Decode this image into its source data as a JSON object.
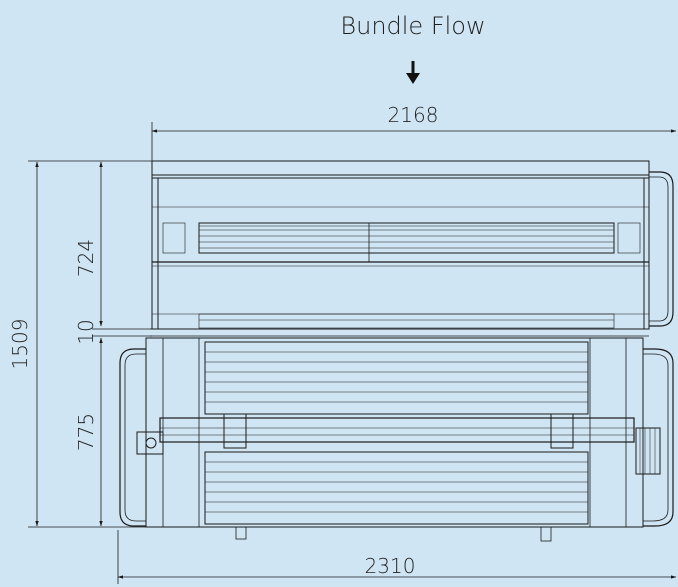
{
  "title": "Bundle Flow",
  "dimensions": {
    "top_width": "2168",
    "bottom_width": "2310",
    "total_height": "1509",
    "upper_height": "724",
    "gap": "10",
    "lower_height": "775"
  },
  "colors": {
    "background": "#cfe5f3",
    "line": "#1a1a1a"
  },
  "icons": {
    "flow_arrow": "down-arrow-icon"
  }
}
